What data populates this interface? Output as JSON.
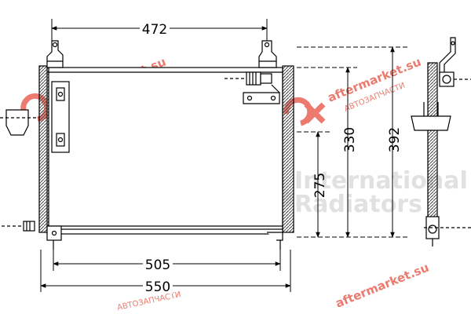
{
  "dimensions": {
    "top_width": "472",
    "inner_width": "505",
    "overall_width": "550",
    "height_275": "275",
    "height_330": "330",
    "height_392": "392"
  },
  "watermarks": {
    "site": "aftermarket.su",
    "site_sub": "АВТОЗАПЧАСТИ",
    "brand_line1": "International",
    "brand_line2": "Radiators"
  },
  "colors": {
    "line": "#000000",
    "core_hatch": "#555555",
    "watermark_red": "#e85a4a",
    "watermark_gray": "#c9c9c9"
  }
}
